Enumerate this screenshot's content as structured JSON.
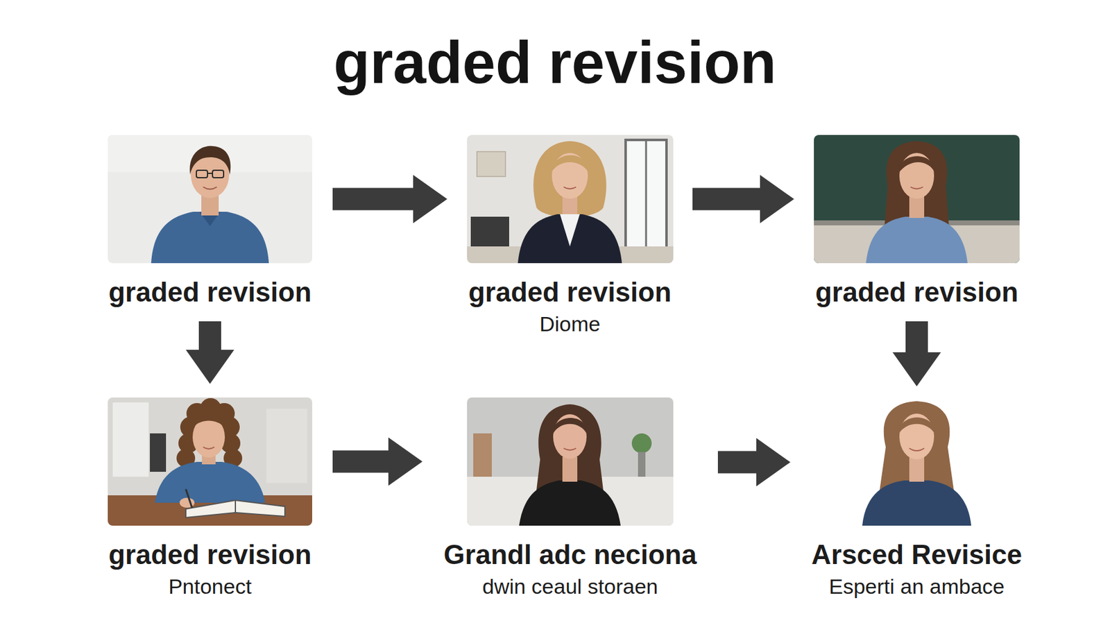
{
  "diagram": {
    "title": "graded revision",
    "nodes": [
      {
        "text": [
          "graded revision"
        ]
      },
      {
        "text": [
          "graded revision",
          "Diome"
        ]
      },
      {
        "text": [
          "graded revision"
        ]
      },
      {
        "text": [
          "graded revision",
          "Pntonect"
        ]
      },
      {
        "text": [
          "Grandl adc neciona",
          "dwin ceaul storaen"
        ]
      },
      {
        "text": [
          "Arsced Revisice",
          "Esperti an ambace"
        ]
      }
    ],
    "edges": [
      {
        "from": 0,
        "to": 1,
        "arrow": "to"
      },
      {
        "from": 1,
        "to": 2,
        "arrow": "to"
      },
      {
        "from": 0,
        "to": 3,
        "arrow": "to"
      },
      {
        "from": 2,
        "to": 5,
        "arrow": "to"
      },
      {
        "from": 3,
        "to": 4,
        "arrow": "to"
      },
      {
        "from": 4,
        "to": 5,
        "arrow": "to"
      }
    ]
  }
}
